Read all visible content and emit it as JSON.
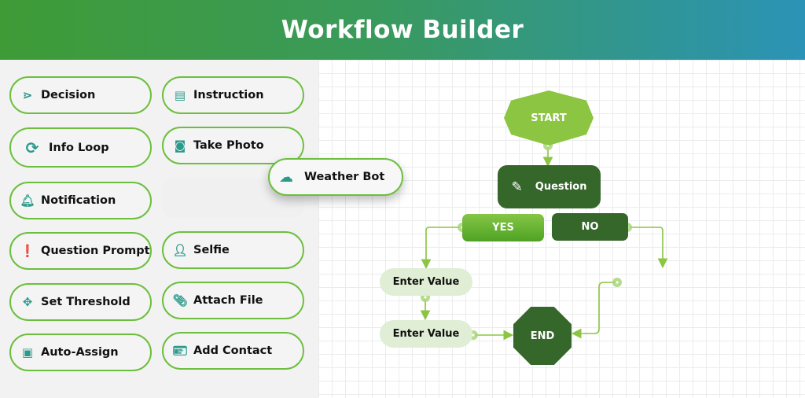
{
  "header": {
    "title": "Workflow Builder"
  },
  "palette": {
    "decision": "Decision",
    "instruction": "Instruction",
    "info_loop": "Info Loop",
    "take_photo": "Take Photo",
    "notification": "Notification",
    "question_prompt": "Question Prompt",
    "selfie": "Selfie",
    "set_threshold": "Set Threshold",
    "attach_file": "Attach File",
    "auto_assign": "Auto-Assign",
    "add_contact": "Add Contact"
  },
  "dragging": {
    "label": "Weather Bot"
  },
  "flow": {
    "start": "START",
    "question": "Question",
    "yes": "YES",
    "no": "NO",
    "enter_value_1": "Enter Value",
    "enter_value_2": "Enter Value",
    "end": "END"
  },
  "colors": {
    "accent": "#6cbf3e",
    "dark_green": "#35662a",
    "light_green": "#8bc541",
    "teal": "#2a93b6"
  }
}
